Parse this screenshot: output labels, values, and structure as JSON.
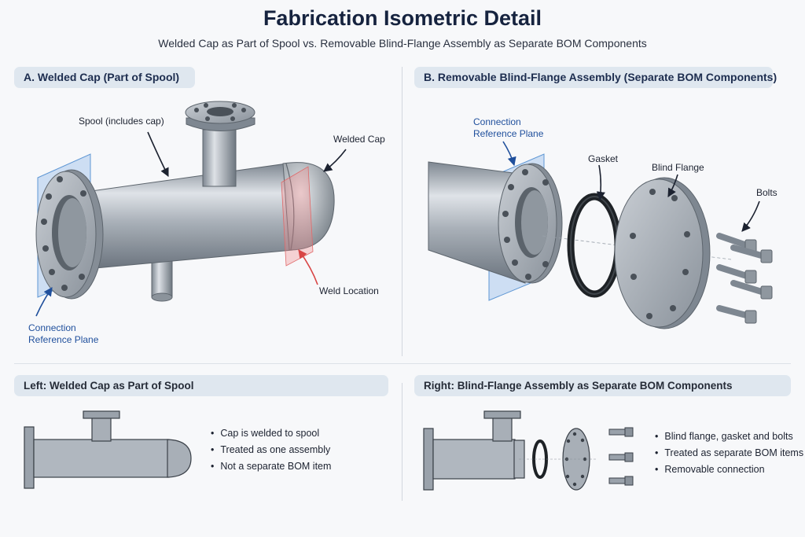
{
  "header": {
    "title": "Fabrication Isometric Detail",
    "subtitle": "Welded Cap as Part of Spool  vs.  Removable Blind-Flange Assembly as Separate BOM Components"
  },
  "panel_a": {
    "heading": "A. Welded Cap (Part of Spool)",
    "labels": {
      "spool": "Spool (includes cap)",
      "welded_cap": "Welded Cap",
      "weld_location": "Weld Location",
      "ref_plane_line1": "Connection",
      "ref_plane_line2": "Reference Plane"
    }
  },
  "panel_b": {
    "heading": "B. Removable Blind-Flange Assembly (Separate BOM Components)",
    "labels": {
      "ref_plane_line1": "Connection",
      "ref_plane_line2": "Reference Plane",
      "gasket": "Gasket",
      "blind_flange": "Blind Flange",
      "bolts": "Bolts"
    }
  },
  "summary_left": {
    "heading": "Left: Welded Cap as Part of Spool",
    "bullets": [
      "Cap is welded to spool",
      "Treated as one assembly",
      "Not a separate BOM item"
    ]
  },
  "summary_right": {
    "heading": "Right: Blind-Flange Assembly as Separate BOM Components",
    "bullets": [
      "Blind flange, gasket and bolts",
      "Treated as separate BOM items",
      "Removable connection"
    ]
  },
  "colors": {
    "accent_blue": "#1f4f9c",
    "weld_red": "#d84545",
    "pill_bg": "#dfe7ef",
    "steel": "#9aa2ab"
  }
}
